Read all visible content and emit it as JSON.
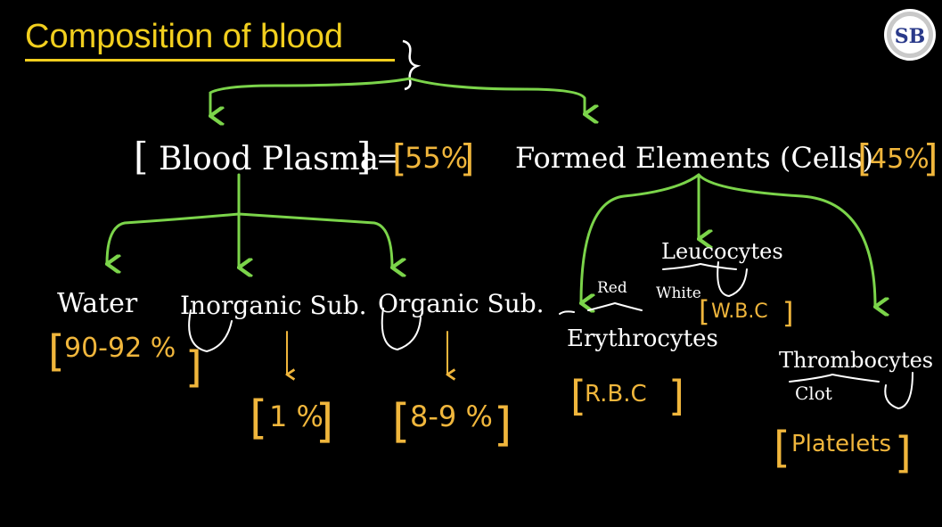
{
  "title": "Composition of blood",
  "logo": {
    "text": "SB",
    "icon": "sb-logo-seal"
  },
  "colors": {
    "background": "#000000",
    "title": "#f2cf1e",
    "text": "#ffffff",
    "values": "#f0b63c",
    "arrows": "#7bd44a"
  },
  "nodes": {
    "plasma": {
      "label": "Blood Plasma",
      "value": "55%"
    },
    "formed": {
      "label": "Formed Elements (Cells)",
      "value": "45%"
    },
    "water": {
      "label": "Water",
      "value": "90-92 %"
    },
    "inorganic": {
      "label": "Inorganic Sub.",
      "value": "1 %"
    },
    "organic": {
      "label": "Organic Sub.",
      "value": "8-9 %"
    },
    "erythrocytes": {
      "label": "Erythrocytes",
      "note": "Red",
      "value": "R.B.C"
    },
    "leucocytes": {
      "label": "Leucocytes",
      "note": "White",
      "value": "W.B.C"
    },
    "thrombocytes": {
      "label": "Thrombocytes",
      "note": "Clot",
      "value": "Platelets"
    }
  }
}
